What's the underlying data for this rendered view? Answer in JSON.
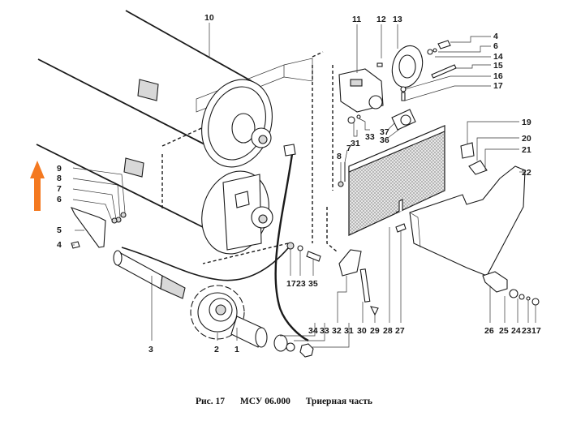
{
  "figure": {
    "caption_fig": "Рис. 17",
    "caption_code": "МСУ 06.000",
    "caption_title": "Триерная часть"
  },
  "accent": {
    "arrow_color": "#f47920"
  },
  "callouts": {
    "c1": "1",
    "c2": "2",
    "c3": "3",
    "c4a": "4",
    "c5": "5",
    "c6a": "6",
    "c7a": "7",
    "c8a": "8",
    "c9": "9",
    "c10": "10",
    "c11": "11",
    "c12": "12",
    "c13": "13",
    "c4b": "4",
    "c6b": "6",
    "c14": "14",
    "c15": "15",
    "c16": "16",
    "c17a": "17",
    "c19": "19",
    "c20": "20",
    "c21": "21",
    "c22": "22",
    "c31a": "31",
    "c33a": "33",
    "c37": "37",
    "c36": "36",
    "c8b": "8",
    "c7b": "7",
    "c17b": "17",
    "c23a": "23",
    "c35": "35",
    "c34": "34",
    "c33b": "33",
    "c32": "32",
    "c31b": "31",
    "c30": "30",
    "c29": "29",
    "c28": "28",
    "c27": "27",
    "c26": "26",
    "c25": "25",
    "c24": "24",
    "c23b": "23",
    "c17c": "17"
  }
}
